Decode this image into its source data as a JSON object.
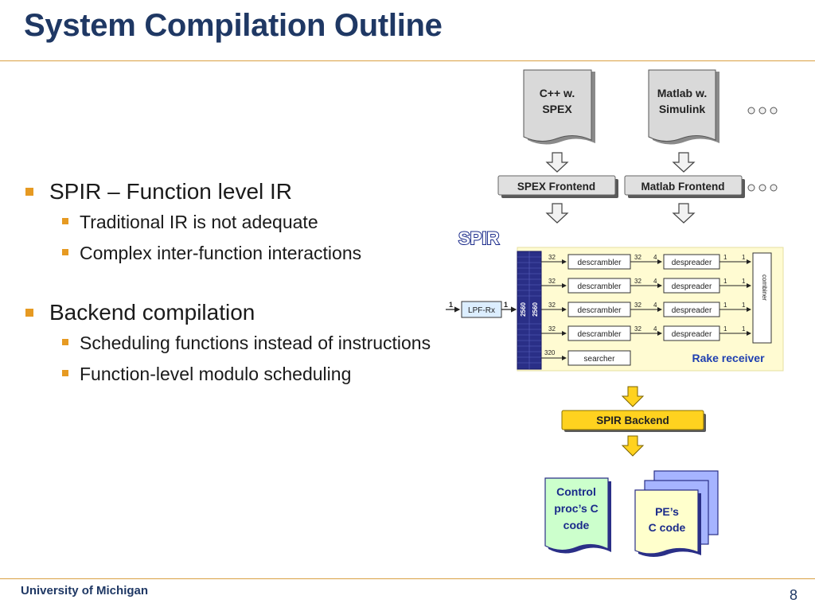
{
  "slide": {
    "title": "System Compilation Outline",
    "footer_left": "University of Michigan",
    "page_number": "8"
  },
  "bullets": [
    {
      "text": "SPIR – Function level IR",
      "sub": [
        "Traditional IR is not adequate",
        "Complex inter-function interactions"
      ]
    },
    {
      "text": "Backend compilation",
      "sub": [
        "Scheduling functions instead of instructions",
        "Function-level modulo scheduling"
      ]
    }
  ],
  "diagram": {
    "source_docs": [
      {
        "line1": "C++ w.",
        "line2": "SPEX"
      },
      {
        "line1": "Matlab w.",
        "line2": "Simulink"
      }
    ],
    "frontends": [
      "SPEX Frontend",
      "Matlab Frontend"
    ],
    "spir_label": "SPIR",
    "input_block": "LPF-Rx",
    "input_rate_in": "1",
    "input_rate_out": "1",
    "bus_labels": [
      "2560",
      "2560"
    ],
    "rows": [
      {
        "in_rate": "32",
        "a": "descrambler",
        "mid_rate": "32",
        "mid_rate2": "4",
        "b": "despreader",
        "out_rate": "1",
        "out_rate2": "1"
      },
      {
        "in_rate": "32",
        "a": "descrambler",
        "mid_rate": "32",
        "mid_rate2": "4",
        "b": "despreader",
        "out_rate": "1",
        "out_rate2": "1"
      },
      {
        "in_rate": "32",
        "a": "descrambler",
        "mid_rate": "32",
        "mid_rate2": "4",
        "b": "despreader",
        "out_rate": "1",
        "out_rate2": "1"
      },
      {
        "in_rate": "32",
        "a": "descrambler",
        "mid_rate": "32",
        "mid_rate2": "4",
        "b": "despreader",
        "out_rate": "1",
        "out_rate2": "1"
      }
    ],
    "searcher": {
      "rate": "320",
      "label": "searcher"
    },
    "combiner_label": "combiner",
    "rake_label": "Rake receiver",
    "backend": "SPIR Backend",
    "output_control": {
      "line1": "Control",
      "line2": "proc’s C",
      "line3": "code"
    },
    "output_pe": {
      "line1": "PE’s",
      "line2": "C code"
    },
    "colors": {
      "title": "#1f3864",
      "accent": "#e69a22",
      "rake_bg": "#fffbd2",
      "bus": "#2a2f87",
      "backend": "#ffd21f",
      "control_doc": "#ccffcc",
      "pe_doc": "#ffffcc",
      "pe_stack": "#a6b4ff"
    }
  }
}
